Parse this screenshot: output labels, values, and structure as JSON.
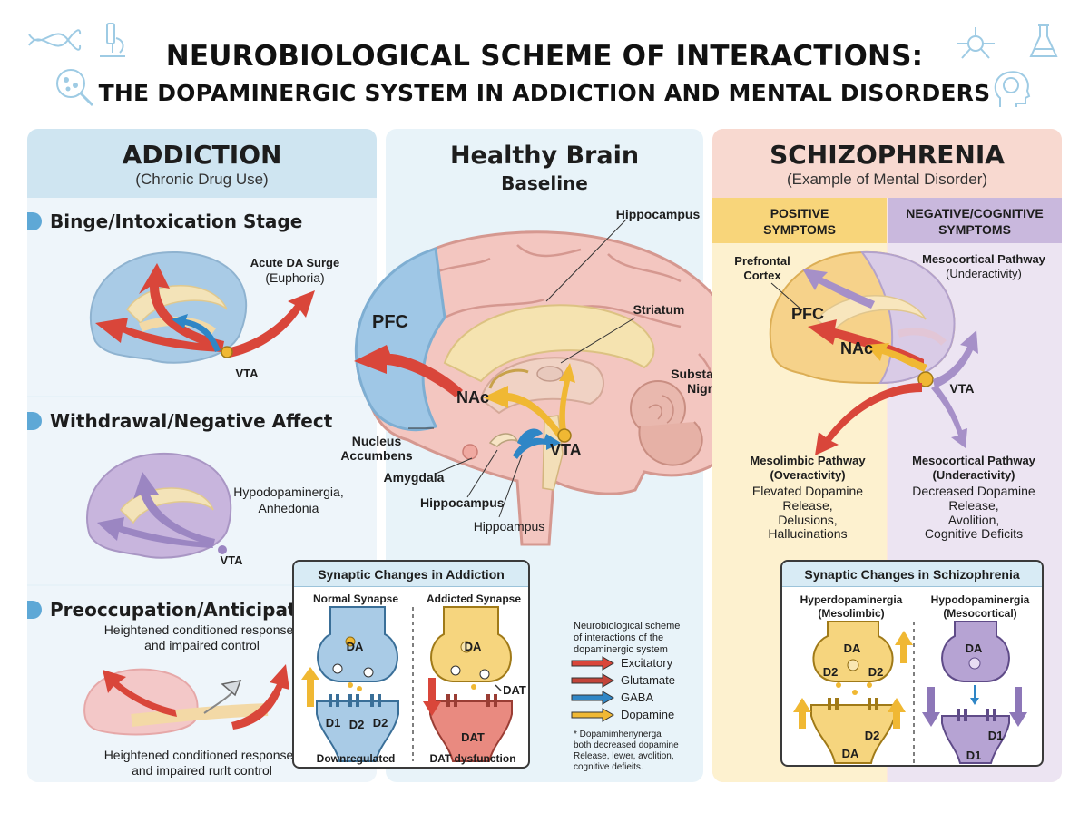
{
  "title": {
    "line1": "NEUROBIOLOGICAL SCHEME OF INTERACTIONS:",
    "line2": "THE DOPAMINERGIC SYSTEM IN ADDICTION AND MENTAL DISORDERS"
  },
  "addiction": {
    "title": "ADDICTION",
    "subtitle": "(Chronic Drug Use)",
    "binge": {
      "title": "Binge/Intoxication Stage",
      "label_surge": "Acute DA Surge",
      "label_euphoria": "(Euphoria)",
      "label_vta": "VTA"
    },
    "withdrawal": {
      "title": "Withdrawal/Negative Affect",
      "label_hypo": "Hypodopaminergia,",
      "label_anhedonia": "Anhedonia",
      "label_vta": "VTA"
    },
    "preoccupation": {
      "title": "Preoccupation/Anticipation",
      "desc1": "Heightened conditioned responses",
      "desc2": "and impaired control",
      "foot1": "Heightened conditioned responses",
      "foot2": "and impaired rurlt control"
    }
  },
  "healthy": {
    "title": "Healthy Brain",
    "subtitle": "Baseline",
    "labels": {
      "hippocampus_top": "Hippocampus",
      "striatum": "Striatum",
      "substantia": "Substantia",
      "nigra": "Nigra",
      "pfc": "PFC",
      "nac": "NAc",
      "vta": "VTA",
      "nucleus": "Nucleus",
      "accumbens": "Accumbens",
      "amygdala": "Amygdala",
      "hippocampus_bottom": "Hippocampus",
      "hippoampus": "Hippoampus"
    }
  },
  "synaptic_addiction": {
    "title": "Synaptic Changes in Addiction",
    "normal": "Normal Synapse",
    "addicted": "Addicted Synapse",
    "da1": "DA",
    "da2": "DA",
    "d1": "D1",
    "d2a": "D2",
    "d2b": "D2",
    "dat_label": "DAT",
    "dat_post": "DAT",
    "downregulated": "Downregulated",
    "dat_dysfunction": "DAT dysfunction"
  },
  "legend": {
    "caption1": "Neurobiological scheme",
    "caption2": "of interactions of the",
    "caption3": "dopaminergic system",
    "items": [
      {
        "label": "Excitatory",
        "color": "#d9463a"
      },
      {
        "label": "Glutamate",
        "color": "#c2443a"
      },
      {
        "label": "GABA",
        "color": "#2f86c6"
      },
      {
        "label": "Dopamine",
        "color": "#f0b833"
      }
    ],
    "note1": "* Dopamimhenynerga",
    "note2": "both decreased dopamine",
    "note3": "Release, lewer, avolition,",
    "note4": "cognitive defieits."
  },
  "schizophrenia": {
    "title": "SCHIZOPHRENIA",
    "subtitle": "(Example of Mental Disorder)",
    "positive1": "POSITIVE",
    "positive2": "SYMPTOMS",
    "negative1": "NEGATIVE/COGNITIVE",
    "negative2": "SYMPTOMS",
    "labels": {
      "prefrontal": "Prefrontal",
      "cortex": "Cortex",
      "pfc": "PFC",
      "nac": "NAc",
      "vta": "VTA",
      "meso_top1": "Mesocortical Pathway",
      "meso_top2": "(Underactivity)"
    },
    "mesolimbic": {
      "title1": "Mesolimbic Pathway",
      "title2": "(Overactivity)",
      "d1": "Elevated Dopamine",
      "d2": "Release,",
      "d3": "Delusions,",
      "d4": "Hallucinations"
    },
    "mesocortical": {
      "title1": "Mesocortical Pathway",
      "title2": "(Underactivity)",
      "d1": "Decreased Dopamine",
      "d2": "Release,",
      "d3": "Avolition,",
      "d4": "Cognitive Deficits"
    }
  },
  "synaptic_schizo": {
    "title": "Synaptic Changes in Schizophrenia",
    "hyper1": "Hyperdopaminergia",
    "hyper2": "(Mesolimbic)",
    "hypo1": "Hypodopaminergia",
    "hypo2": "(Mesocortical)",
    "da_left": "DA",
    "d2a": "D2",
    "d2b": "D2",
    "d2c": "D2",
    "da_bottom": "DA",
    "da_right": "DA",
    "d1_post": "D1",
    "d1_bottom": "D1"
  }
}
